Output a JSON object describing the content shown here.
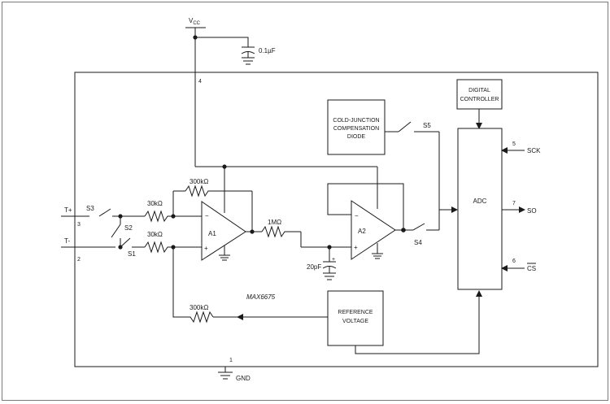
{
  "supply": {
    "vcc_base": "V",
    "vcc_sub": "CC",
    "cap": "0.1µF",
    "pin": "4"
  },
  "ground": {
    "label": "GND",
    "pin": "1"
  },
  "inputs": {
    "tplus": {
      "label": "T+",
      "pin": "3"
    },
    "tminus": {
      "label": "T-",
      "pin": "2"
    }
  },
  "switches": {
    "s1": "S1",
    "s2": "S2",
    "s3": "S3",
    "s4": "S4",
    "s5": "S5"
  },
  "resistors": {
    "r_top": "300kΩ",
    "r_in_top": "30kΩ",
    "r_in_bot": "30kΩ",
    "r_filter": "1MΩ",
    "r_ref": "300kΩ"
  },
  "capacitor": "20pF",
  "amps": {
    "a1": "A1",
    "a2": "A2",
    "minus": "−",
    "plus": "+"
  },
  "blocks": {
    "cold_junction": [
      "COLD-JUNCTION",
      "COMPENSATION",
      "DIODE"
    ],
    "digital_controller": [
      "DIGITAL",
      "CONTROLLER"
    ],
    "adc": "ADC",
    "reference": [
      "REFERENCE",
      "VOLTAGE"
    ]
  },
  "chip_name": "MAX6675",
  "pins": {
    "sck": {
      "label": "SCK",
      "pin": "5"
    },
    "so": {
      "label": "SO",
      "pin": "7"
    },
    "cs": {
      "label": "CS",
      "pin": "6"
    }
  }
}
